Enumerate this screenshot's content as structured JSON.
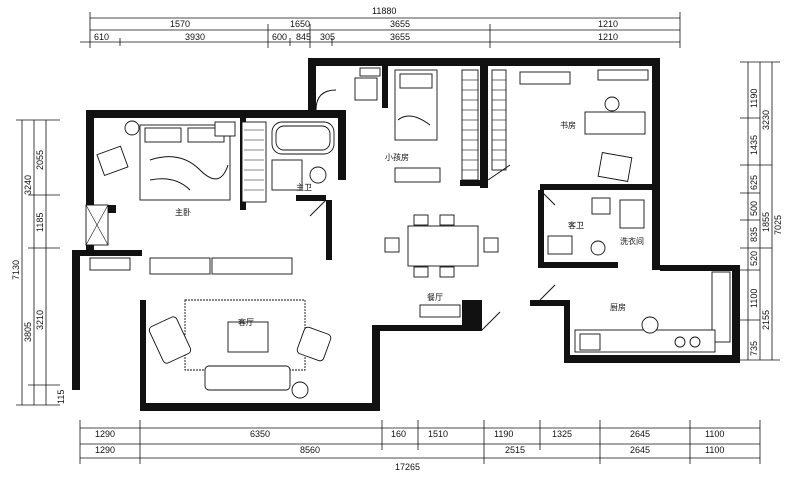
{
  "dimensions": {
    "top_outer": [
      "11880"
    ],
    "top_row1": [
      "1570",
      "1650",
      "3655",
      "1210"
    ],
    "top_row2": [
      "610",
      "3930",
      "600",
      "845",
      "305",
      "3655",
      "1210"
    ],
    "bottom_row1": [
      "1290",
      "6350",
      "160",
      "1510",
      "1190",
      "1325",
      "2645",
      "1100"
    ],
    "bottom_row2": [
      "1290",
      "8560",
      "2515",
      "2645",
      "1100"
    ],
    "bottom_total": [
      "17265"
    ],
    "left_inner": [
      "2055",
      "3240",
      "1185",
      "3210",
      "3805"
    ],
    "left_outer": [
      "7130"
    ],
    "left_small": [
      "115"
    ],
    "right_inner": [
      "1190",
      "1435",
      "625",
      "500",
      "835",
      "520",
      "1100",
      "2155",
      "735"
    ],
    "right_mid": [
      "3230",
      "1855"
    ],
    "right_outer": [
      "7025"
    ]
  },
  "rooms": {
    "master_bedroom": "主卧",
    "small_study": "小孩房",
    "study": "书房",
    "bathroom_main": "主卫",
    "guest_bath": "客卫",
    "wash": "洗衣间",
    "kitchen": "厨房",
    "dining": "餐厅",
    "living": "客厅"
  }
}
